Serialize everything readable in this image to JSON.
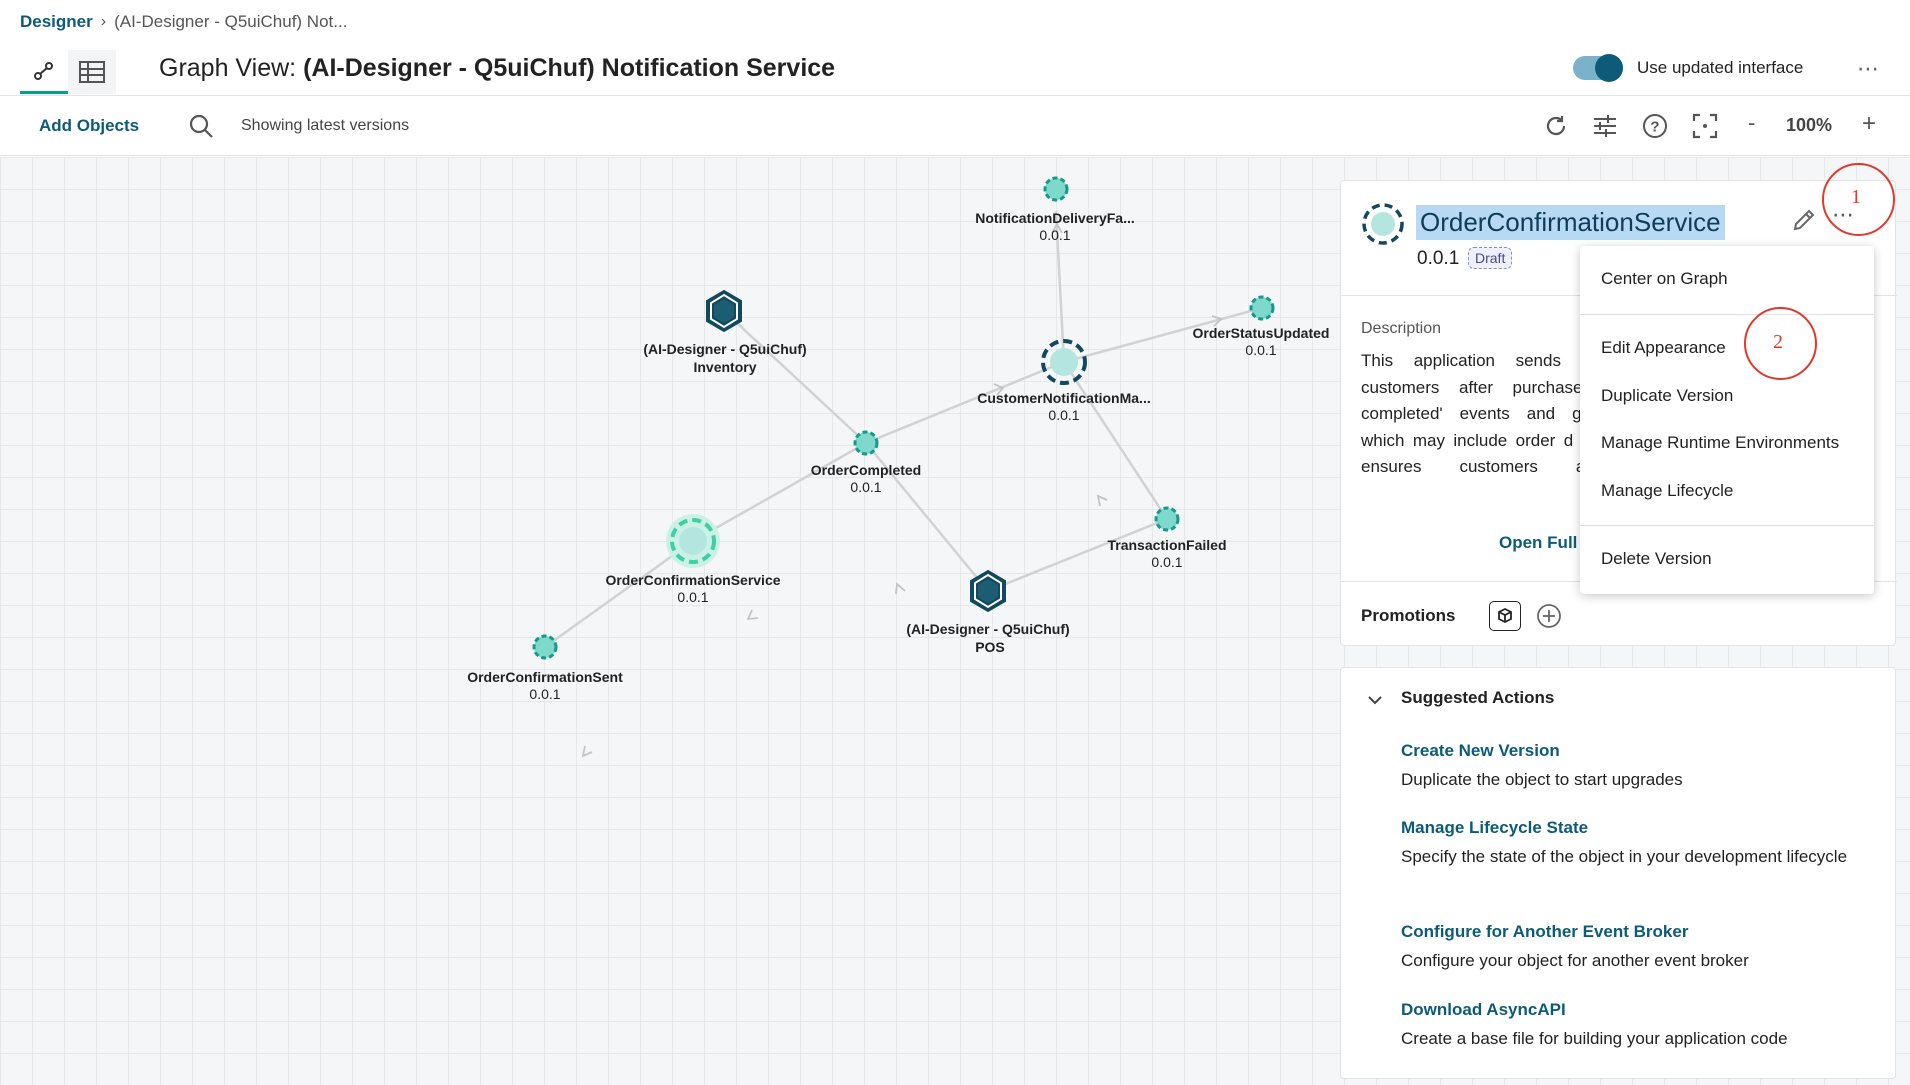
{
  "breadcrumb": {
    "root": "Designer",
    "current": "(AI-Designer - Q5uiChuf) Not..."
  },
  "header": {
    "title_prefix": "Graph View:",
    "title_name": "(AI-Designer - Q5uiChuf) Notification Service",
    "toggle_label": "Use updated interface",
    "toggle_on": true
  },
  "toolbar": {
    "add_objects": "Add Objects",
    "showing": "Showing latest versions",
    "zoom_minus": "-",
    "zoom": "100%",
    "zoom_plus": "+"
  },
  "graph": {
    "nodes": {
      "n1": {
        "name": "NotificationDeliveryFa...",
        "version": "0.0.1"
      },
      "n2": {
        "name_line1": "(AI-Designer - Q5uiChuf)",
        "name_line2": "Inventory"
      },
      "n3": {
        "name": "OrderStatusUpdated",
        "version": "0.0.1"
      },
      "n4": {
        "name": "CustomerNotificationMa...",
        "version": "0.0.1"
      },
      "n5": {
        "name": "OrderCompleted",
        "version": "0.0.1"
      },
      "n6": {
        "name": "OrderConfirmationService",
        "version": "0.0.1"
      },
      "n7": {
        "name": "TransactionFailed",
        "version": "0.0.1"
      },
      "n8": {
        "name_line1": "(AI-Designer - Q5uiChuf)",
        "name_line2": "POS"
      },
      "n9": {
        "name": "OrderConfirmationSent",
        "version": "0.0.1"
      }
    }
  },
  "details": {
    "name": "OrderConfirmationService",
    "version": "0.0.1",
    "status": "Draft",
    "description_label": "Description",
    "description_text": "This application sends o customers after purchases completed' events and ge which may include order d It ensures customers ar transactions",
    "open_full": "Open Full",
    "promotions_label": "Promotions"
  },
  "menu": {
    "items": [
      "Center on Graph",
      "Edit Appearance",
      "Duplicate Version",
      "Manage Runtime Environments",
      "Manage Lifecycle",
      "Delete Version"
    ]
  },
  "annotations": {
    "a1": "1",
    "a2": "2"
  },
  "suggested": {
    "title": "Suggested Actions",
    "actions": [
      {
        "title": "Create New Version",
        "desc": "Duplicate the object to start upgrades"
      },
      {
        "title": "Manage Lifecycle State",
        "desc": "Specify the state of the object in your development lifecycle"
      },
      {
        "title": "Configure for Another Event Broker",
        "desc": "Configure your object for another event broker"
      },
      {
        "title": "Download AsyncAPI",
        "desc": "Create a base file for building your application code"
      }
    ]
  },
  "colors": {
    "brand": "#0d5b78",
    "accent": "#00a28a",
    "annotation": "#e0392b",
    "selection": "#b8d9f3"
  }
}
